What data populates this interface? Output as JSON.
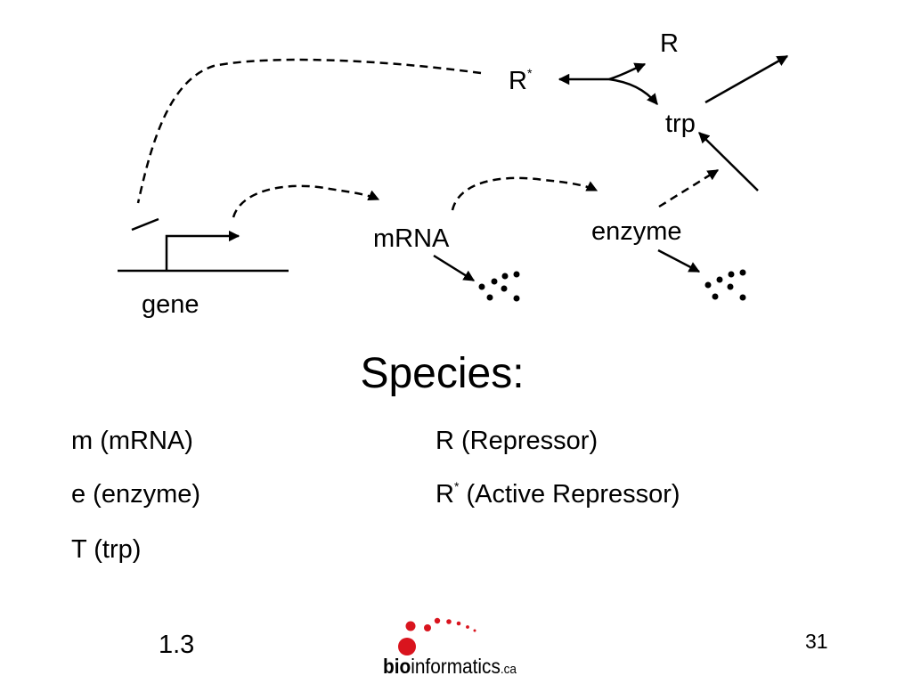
{
  "diagram": {
    "labels": {
      "R": "R",
      "R_star_base": "R",
      "R_star_sup": "*",
      "trp": "trp",
      "mrna": "mRNA",
      "enzyme": "enzyme",
      "gene": "gene"
    }
  },
  "species": {
    "title": "Species:",
    "left": [
      "m (mRNA)",
      "e (enzyme)",
      "T (trp)"
    ],
    "right": [
      {
        "base": "R",
        "sup": "",
        "rest": " (Repressor)"
      },
      {
        "base": "R",
        "sup": "*",
        "rest": " (Active Repressor)"
      }
    ]
  },
  "footer": {
    "version": "1.3",
    "page_number": "31",
    "logo": {
      "bold": "bio",
      "regular": "informatics",
      "tld": ".ca"
    }
  }
}
